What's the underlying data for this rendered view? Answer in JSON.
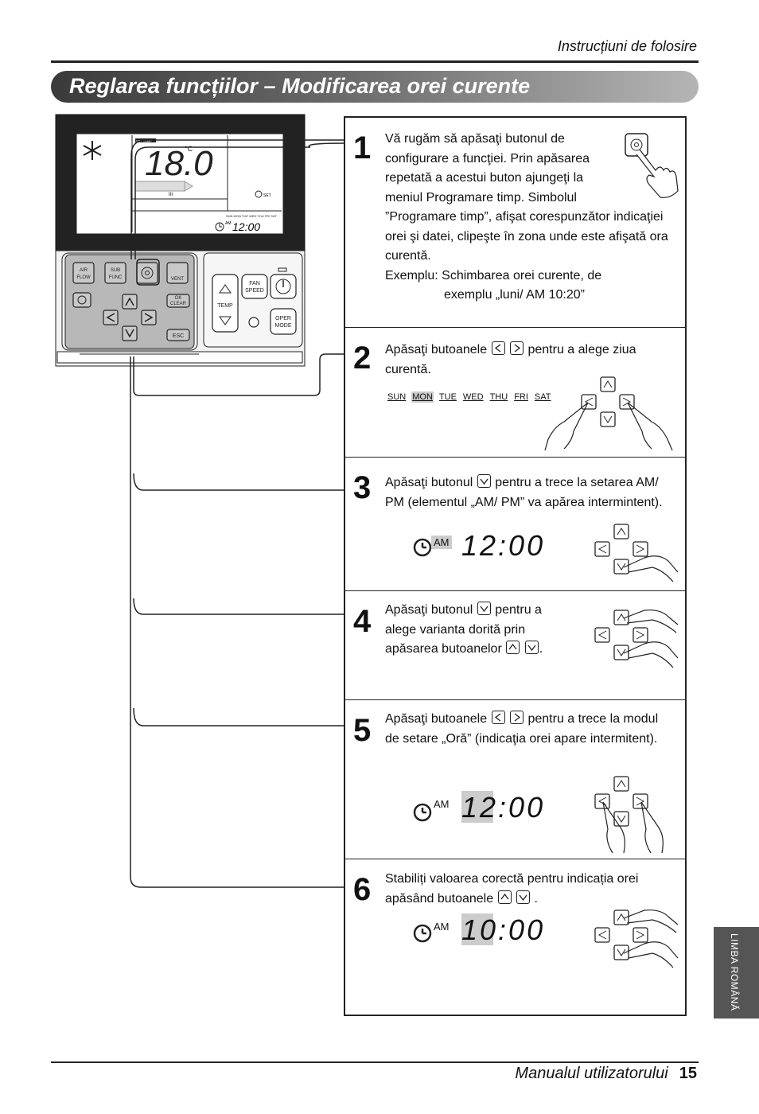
{
  "header": {
    "text": "Instrucțiuni de folosire"
  },
  "title": "Reglarea funcțiilor – Modificarea orei curente",
  "remote": {
    "lcd": {
      "set_temp": "SET TEMP",
      "temperature": "18.0",
      "unit": "°C",
      "time": "12:00",
      "am": "AM",
      "set_label": "SET",
      "days": [
        "SUN",
        "MON",
        "TUE",
        "WED",
        "THU",
        "FRI",
        "SAT"
      ]
    },
    "buttons": {
      "air_flow": "AIR FLOW",
      "sub_func": "SUB FUNC",
      "vent": "VENT",
      "ok_clear": "OK CLEAR",
      "esc": "ESC",
      "fan_speed": "FAN SPEED",
      "temp": "TEMP",
      "oper_mode": "OPER MODE"
    }
  },
  "steps": [
    {
      "number": "1",
      "lines": [
        "Vă rugăm să apăsaţi butonul de",
        "configurare a funcţiei. Prin apăsarea",
        "repetată a acestui buton ajungeţi la",
        "meniul Programare timp. Simbolul",
        "”Programare timp”, afişat corespunzător indicaţiei",
        "orei şi datei, clipeşte în zona unde este afişată ora",
        "curentă.",
        "Exemplu: Schimbarea orei curente, de",
        "exemplu „luni/ AM 10:20”"
      ]
    },
    {
      "number": "2",
      "text_a": "Apăsaţi butoanele",
      "text_b": "pentru a alege ziua",
      "text_c": "curentă.",
      "days": [
        "SUN",
        "MON",
        "TUE",
        "WED",
        "THU",
        "FRI",
        "SAT"
      ],
      "selected_day": "MON"
    },
    {
      "number": "3",
      "text_a": "Apăsaţi butonul",
      "text_b": "pentru a trece la setarea AM/",
      "text_c": "PM (elementul „AM/ PM” va apărea intermintent).",
      "am": "AM",
      "time": "12:00"
    },
    {
      "number": "4",
      "text_a": "Apăsaţi butonul",
      "text_b": "pentru a",
      "text_c": "alege varianta dorită prin",
      "text_d": "apăsarea butoanelor",
      "text_e": "."
    },
    {
      "number": "5",
      "text_a": "Apăsaţi butoanele",
      "text_b": "pentru a trece la modul",
      "text_c": "de setare „Oră” (indicaţia orei apare intermitent).",
      "am": "AM",
      "time": "12:00"
    },
    {
      "number": "6",
      "text_a": "Stabiliți valoarea corectă pentru indicația orei",
      "text_b": "apăsând butoanele",
      "text_c": ".",
      "am": "AM",
      "time": "10:00"
    }
  ],
  "side_tab": "LIMBA ROMÂNĂ",
  "footer": {
    "text": "Manualul utilizatorului",
    "page": "15"
  }
}
